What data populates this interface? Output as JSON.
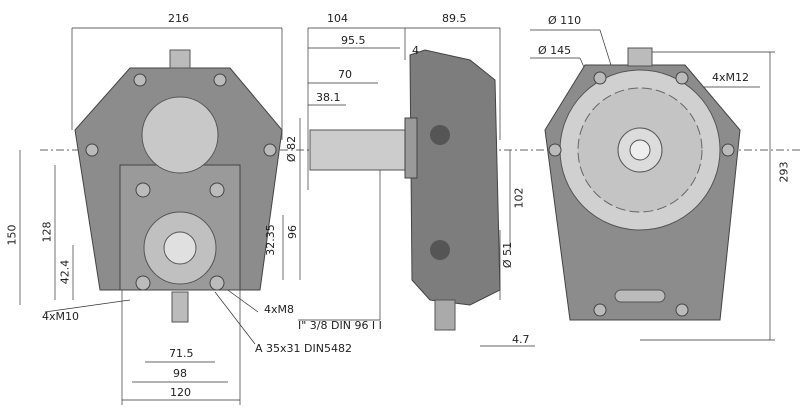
{
  "drawing": {
    "colors": {
      "body": "#8c8c8c",
      "dark": "#5a5a5a",
      "light": "#c8c8c8",
      "line": "#333333"
    },
    "dimensions": {
      "overall_width": "216",
      "shaft_length": "104",
      "flange_depth": "89.5",
      "len_95_5": "95.5",
      "len_4": "4",
      "len_70": "70",
      "len_38_1": "38.1",
      "dia_82": "Ø 82",
      "height_96": "96",
      "height_32_35": "32.35",
      "height_150": "150",
      "height_128": "128",
      "height_42_4": "42.4",
      "width_71_5": "71.5",
      "width_98": "98",
      "width_120": "120",
      "len_4_7": "4.7",
      "height_102": "102",
      "dia_51": "Ø 51",
      "height_293": "293",
      "dia_110": "Ø 110",
      "dia_145": "Ø 145"
    },
    "callouts": {
      "m10": "4xM10",
      "m8": "4xM8",
      "input_shaft": "I\" 3/8 DIN 96 I I",
      "output_shaft": "A 35x31 DIN5482",
      "m12": "4xM12"
    }
  }
}
